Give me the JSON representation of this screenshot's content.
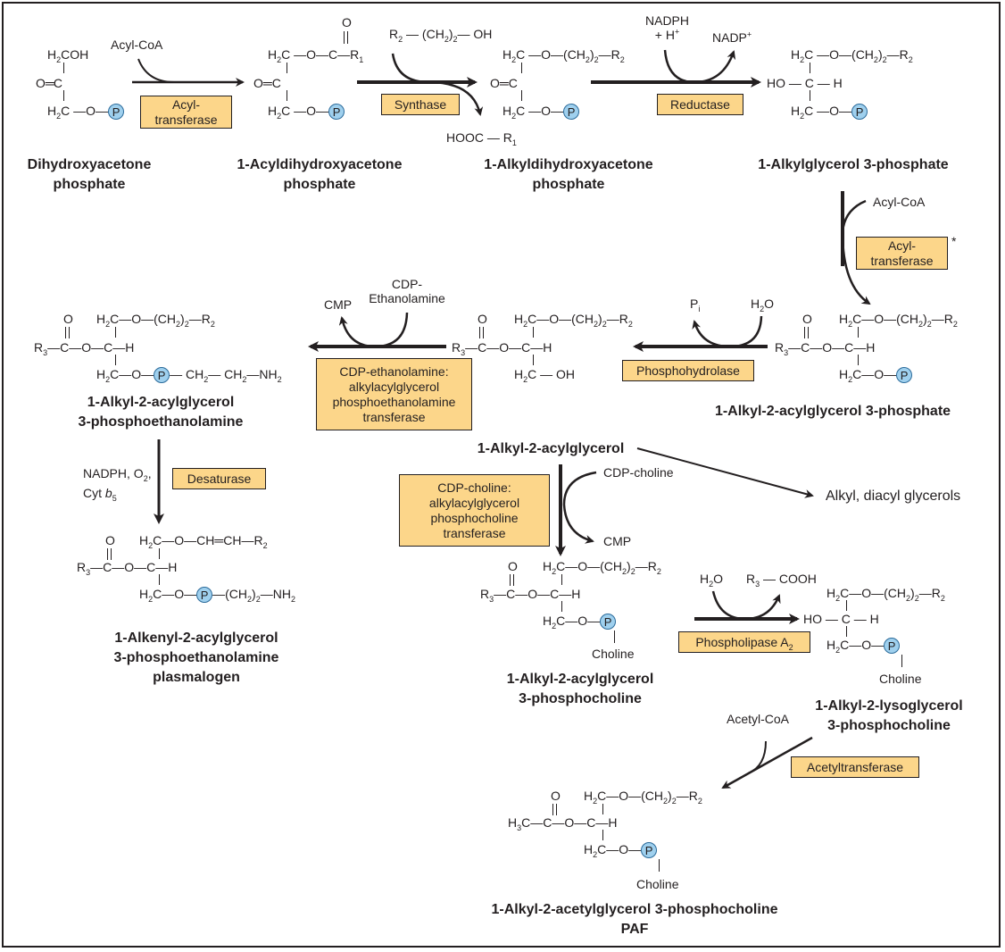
{
  "figure": {
    "type": "biochemical-pathway",
    "topic": "Ether lipid and PAF biosynthesis"
  },
  "colors": {
    "enzyme_box": "#fcd68a",
    "phosphate_circle": "#9fd0ee",
    "ink": "#231f20"
  },
  "compounds": {
    "dhap": {
      "line1": "Dihydroxyacetone",
      "line2": "phosphate"
    },
    "acyl_dhap": {
      "line1": "1-Acyldihydroxyacetone",
      "line2": "phosphate"
    },
    "alkyl_dhap": {
      "line1": "1-Alkyldihydroxyacetone",
      "line2": "phosphate"
    },
    "alkylglycerol_3p": {
      "line1": "1-Alkylglycerol 3-phosphate"
    },
    "alkyl_acyl_3p": {
      "line1": "1-Alkyl-2-acylglycerol 3-phosphate"
    },
    "alkyl_acyl": {
      "line1": "1-Alkyl-2-acylglycerol"
    },
    "alkyl_acyl_pe": {
      "line1": "1-Alkyl-2-acylglycerol",
      "line2": "3-phosphoethanolamine"
    },
    "plasmalogen": {
      "line1": "1-Alkenyl-2-acylglycerol",
      "line2": "3-phosphoethanolamine",
      "line3": "plasmalogen"
    },
    "alkyl_acyl_pc": {
      "line1": "1-Alkyl-2-acylglycerol",
      "line2": "3-phosphocholine"
    },
    "lyso_pc": {
      "line1": "1-Alkyl-2-lysoglycerol",
      "line2": "3-phosphocholine"
    },
    "paf": {
      "line1": "1-Alkyl-2-acetylglycerol 3-phosphocholine",
      "line2": "PAF"
    },
    "side_product": "Alkyl, diacyl glycerols"
  },
  "enzymes": {
    "acyltransferase1": {
      "line1": "Acyl-",
      "line2": "transferase"
    },
    "synthase": "Synthase",
    "reductase": "Reductase",
    "acyltransferase2": {
      "line1": "Acyl-",
      "line2": "transferase",
      "note": "*"
    },
    "phosphohydrolase": "Phosphohydrolase",
    "cdp_etn_transferase": {
      "line1": "CDP-ethanolamine:",
      "line2": "alkylacylglycerol",
      "line3": "phosphoethanolamine",
      "line4": "transferase"
    },
    "desaturase": "Desaturase",
    "cdp_cho_transferase": {
      "line1": "CDP-choline:",
      "line2": "alkylacylglycerol",
      "line3": "phosphocholine",
      "line4": "transferase"
    },
    "phospholipase": "Phospholipase A",
    "phospholipase_sub": "2",
    "acetyltransferase": "Acetyltransferase"
  },
  "cofactors": {
    "acyl_coa_1": "Acyl-CoA",
    "alcohol": {
      "r": "R",
      "r_sub": "2",
      "mid": " — (CH",
      "mid_sub": "2",
      "mid_end": ")",
      "n": "2",
      "end": "— OH"
    },
    "hooc": {
      "text": "HOOC — R",
      "sub": "1"
    },
    "nadph": {
      "line1": "NADPH",
      "line2": "+ H",
      "sup": "+"
    },
    "nadp": {
      "text": "NADP",
      "sup": "+"
    },
    "acyl_coa_2": "Acyl-CoA",
    "pi": {
      "text": "P",
      "sub": "i"
    },
    "h2o_1": {
      "a": "H",
      "sub": "2",
      "b": "O"
    },
    "cmp_1": "CMP",
    "cdp_etn": {
      "line1": "CDP-",
      "line2": "Ethanolamine"
    },
    "desat_cofactors": {
      "line1": "NADPH, O",
      "line1_sub": "2",
      "line1_end": ",",
      "line2": "Cyt ",
      "line2_italic": "b",
      "line2_sub": "5"
    },
    "cdp_choline": "CDP-choline",
    "cmp_2": "CMP",
    "h2o_2": {
      "a": "H",
      "sub": "2",
      "b": "O"
    },
    "r3cooh": {
      "a": "R",
      "sub": "3",
      "b": " — COOH"
    },
    "acetyl_coa": "Acetyl-CoA"
  },
  "structure_labels": {
    "phosphate": "P",
    "choline": "Choline"
  }
}
